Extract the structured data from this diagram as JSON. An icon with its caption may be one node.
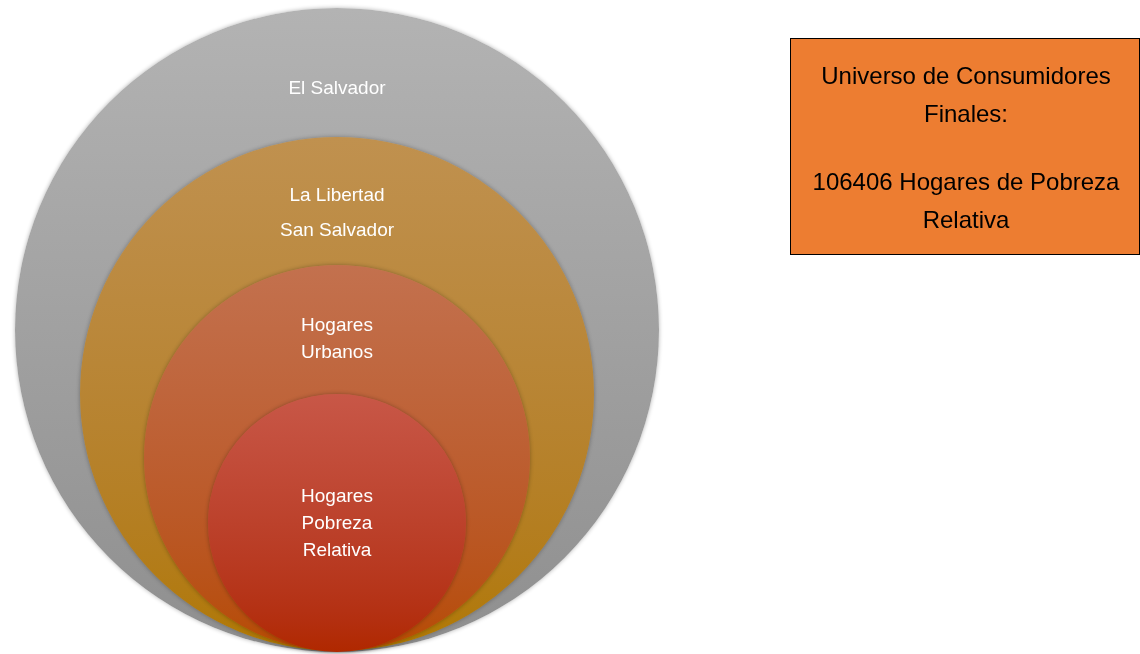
{
  "diagram": {
    "nodes": [
      {
        "text": [
          "El Salvador"
        ]
      },
      {
        "text": [
          "La Libertad",
          "San Salvador"
        ],
        "in": 0
      },
      {
        "text": [
          "Hogares Urbanos"
        ],
        "in": 1
      },
      {
        "text": [
          "Hogares Pobreza Relativa"
        ],
        "in": 2
      },
      {
        "text": [
          "Universo de Consumidores Finales:",
          "106406 Hogares de Pobreza Relativa"
        ]
      }
    ]
  }
}
